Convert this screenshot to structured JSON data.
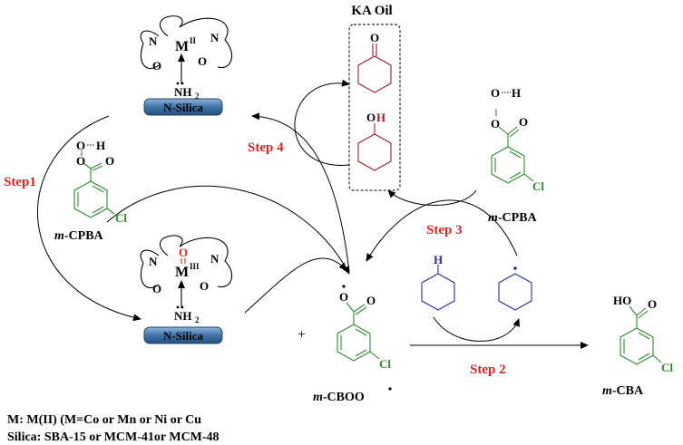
{
  "title": "KA Oil",
  "steps": {
    "step1": "Step1",
    "step2": "Step 2",
    "step3": "Step 3",
    "step4": "Step 4"
  },
  "support_label": "N-Silica",
  "catalyst_top": {
    "n_left": "N",
    "n_right": "N",
    "metal": "M",
    "oxidation": "II",
    "o_left": "O",
    "o_right": "O",
    "amine": "NH",
    "amine_sub": "2"
  },
  "catalyst_bottom": {
    "n_left": "N",
    "n_right": "N",
    "metal": "M",
    "oxidation": "III",
    "oxo": "O",
    "o_left": "O",
    "o_right": "O",
    "amine": "NH",
    "amine_sub": "2"
  },
  "mcpba_left": {
    "h": "H",
    "o1": "O",
    "o2": "O",
    "o3": "O",
    "cl": "Cl",
    "name_italic": "m",
    "name_rest": "-CPBA"
  },
  "mcpba_right": {
    "h": "H",
    "o1": "O",
    "o2": "O",
    "o3": "O",
    "cl": "Cl",
    "name_italic": "m",
    "name_rest": "-CPBA"
  },
  "ka_oil": {
    "ketone_o": "O",
    "alcohol_o": "O",
    "alcohol_h": "H"
  },
  "cyclohexane_h": "H",
  "plus": "+",
  "mcboo": {
    "o1": "O",
    "o2": "O",
    "cl": "Cl",
    "name_italic": "m",
    "name_rest": "-CBOO"
  },
  "mcba": {
    "ho": "HO",
    "o": "O",
    "cl": "Cl",
    "name_italic": "m",
    "name_rest": "-CBA"
  },
  "legend": [
    "M: M(II) (M=Co or Mn or Ni or Cu",
    "Silica: SBA-15 or MCM-41or MCM-48"
  ],
  "colors": {
    "green": "#2e8b2e",
    "red": "#e32222",
    "darkred": "#a01c2c",
    "blue": "#2a2aa8",
    "support_blue": "#3f74a8"
  }
}
